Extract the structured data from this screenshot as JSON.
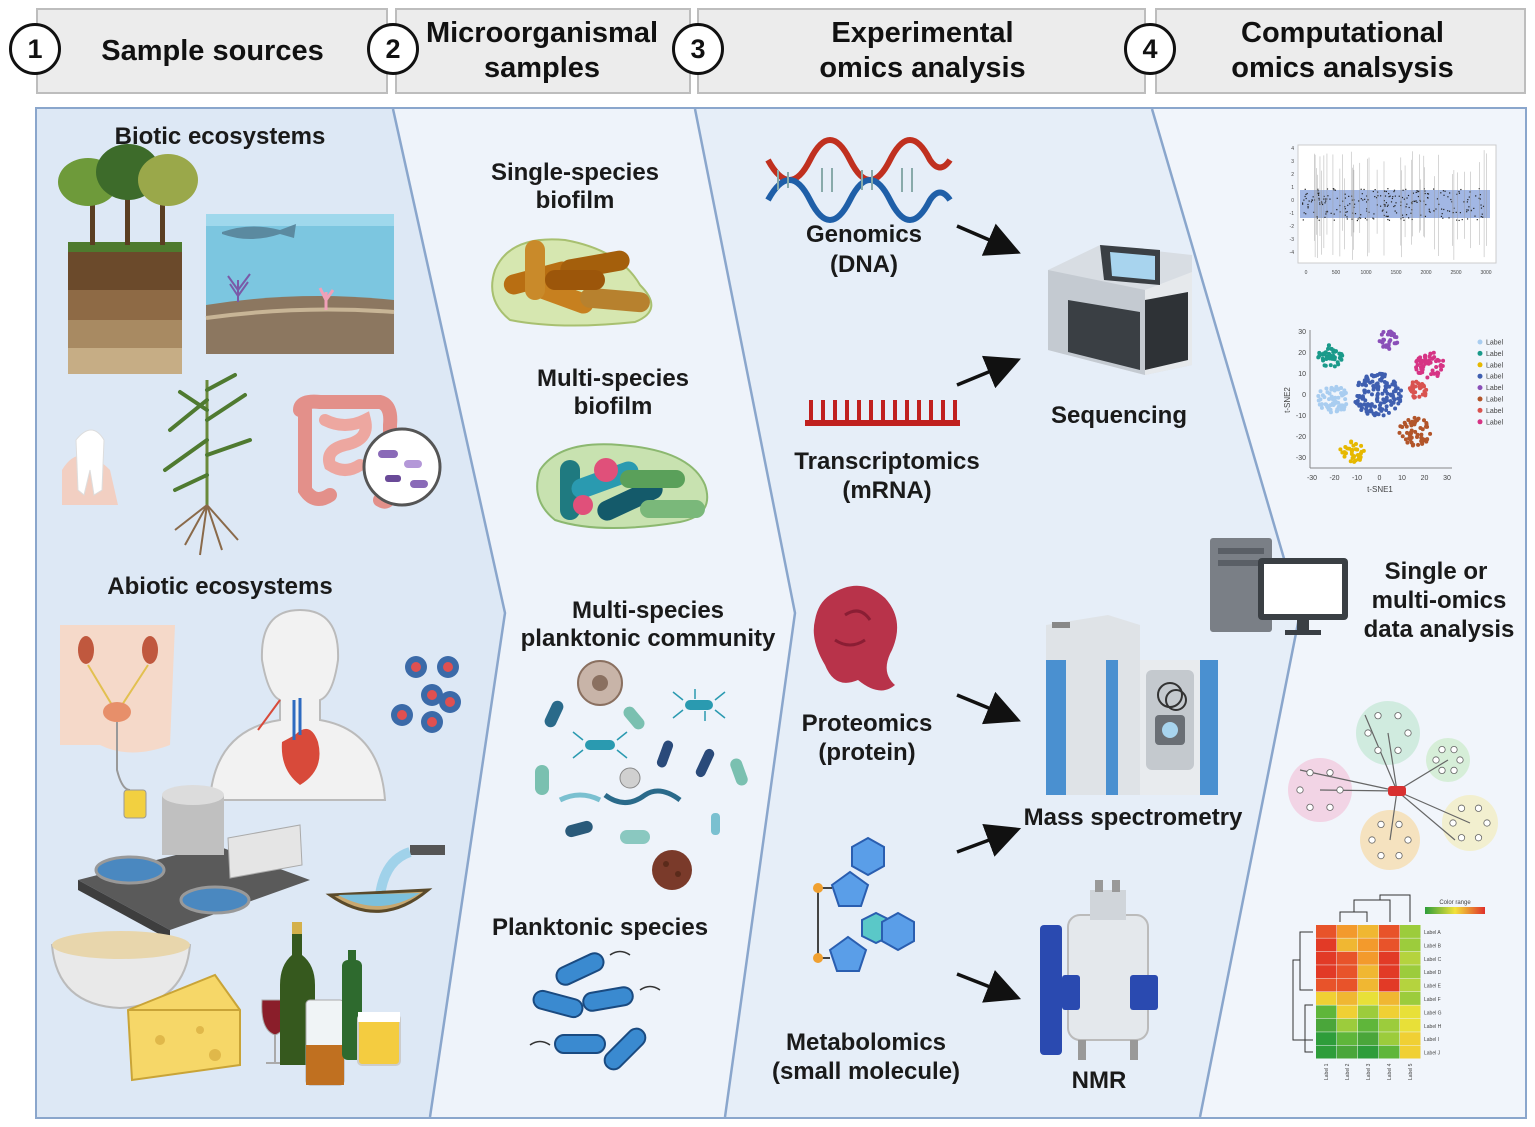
{
  "steps": [
    {
      "number": "1",
      "title_lines": [
        "Sample sources"
      ]
    },
    {
      "number": "2",
      "title_lines": [
        "Microorganismal",
        "samples"
      ]
    },
    {
      "number": "3",
      "title_lines": [
        "Experimental",
        "omics analysis"
      ]
    },
    {
      "number": "4",
      "title_lines": [
        "Computational",
        "omics analsysis"
      ]
    }
  ],
  "sources": {
    "biotic_title": "Biotic ecosystems",
    "abiotic_title": "Abiotic ecosystems"
  },
  "samples": {
    "single_biofilm": [
      "Single-species",
      "biofilm"
    ],
    "multi_biofilm": [
      "Multi-species",
      "biofilm"
    ],
    "planktonic_community": [
      "Multi-species",
      "planktonic community"
    ],
    "planktonic_species": "Planktonic species"
  },
  "experimental": {
    "genomics": [
      "Genomics",
      "(DNA)"
    ],
    "transcriptomics": [
      "Transcriptomics",
      "(mRNA)"
    ],
    "proteomics": [
      "Proteomics",
      "(protein)"
    ],
    "metabolomics": [
      "Metabolomics",
      "(small molecule)"
    ],
    "sequencing": "Sequencing",
    "mass_spec": "Mass spectrometry",
    "nmr": "NMR"
  },
  "computational": {
    "analysis_lines": [
      "Single or",
      "multi-omics",
      "data analysis"
    ],
    "plot1_xticks": [
      "0",
      "500",
      "1000",
      "1500",
      "2000",
      "2500",
      "3000"
    ],
    "plot1_yticks": [
      "4",
      "3",
      "2",
      "1",
      "0",
      "-1",
      "-2",
      "-3",
      "-4"
    ],
    "tsne_xlabel": "t-SNE1",
    "tsne_ylabel": "t-SNE2",
    "tsne_xticks": [
      "-30",
      "-20",
      "-10",
      "0",
      "10",
      "20",
      "30"
    ],
    "tsne_yticks": [
      "30",
      "20",
      "10",
      "0",
      "-10",
      "-20",
      "-30"
    ],
    "tsne_legend": [
      {
        "label": "Label",
        "color": "#a9cdf0"
      },
      {
        "label": "Label",
        "color": "#1a9a8a"
      },
      {
        "label": "Label",
        "color": "#e6b800"
      },
      {
        "label": "Label",
        "color": "#3f5fb0"
      },
      {
        "label": "Label",
        "color": "#8a4fb8"
      },
      {
        "label": "Label",
        "color": "#b2552a"
      },
      {
        "label": "Label",
        "color": "#d9534f"
      },
      {
        "label": "Label",
        "color": "#d63384"
      }
    ],
    "heatmap_title": "Color range",
    "heatmap_rows": [
      "Label A",
      "Label B",
      "Label C",
      "Label D",
      "Label E",
      "Label F",
      "Label G",
      "Label H",
      "Label I",
      "Label J"
    ],
    "heatmap_cols": [
      "Label 1",
      "Label 2",
      "Label 3",
      "Label 4",
      "Label 5"
    ]
  },
  "colors": {
    "panel_blue": "#e6eef8",
    "panel_edge": "#8aa6cc",
    "header_gray": "#ececec",
    "arrow": "#111111"
  }
}
